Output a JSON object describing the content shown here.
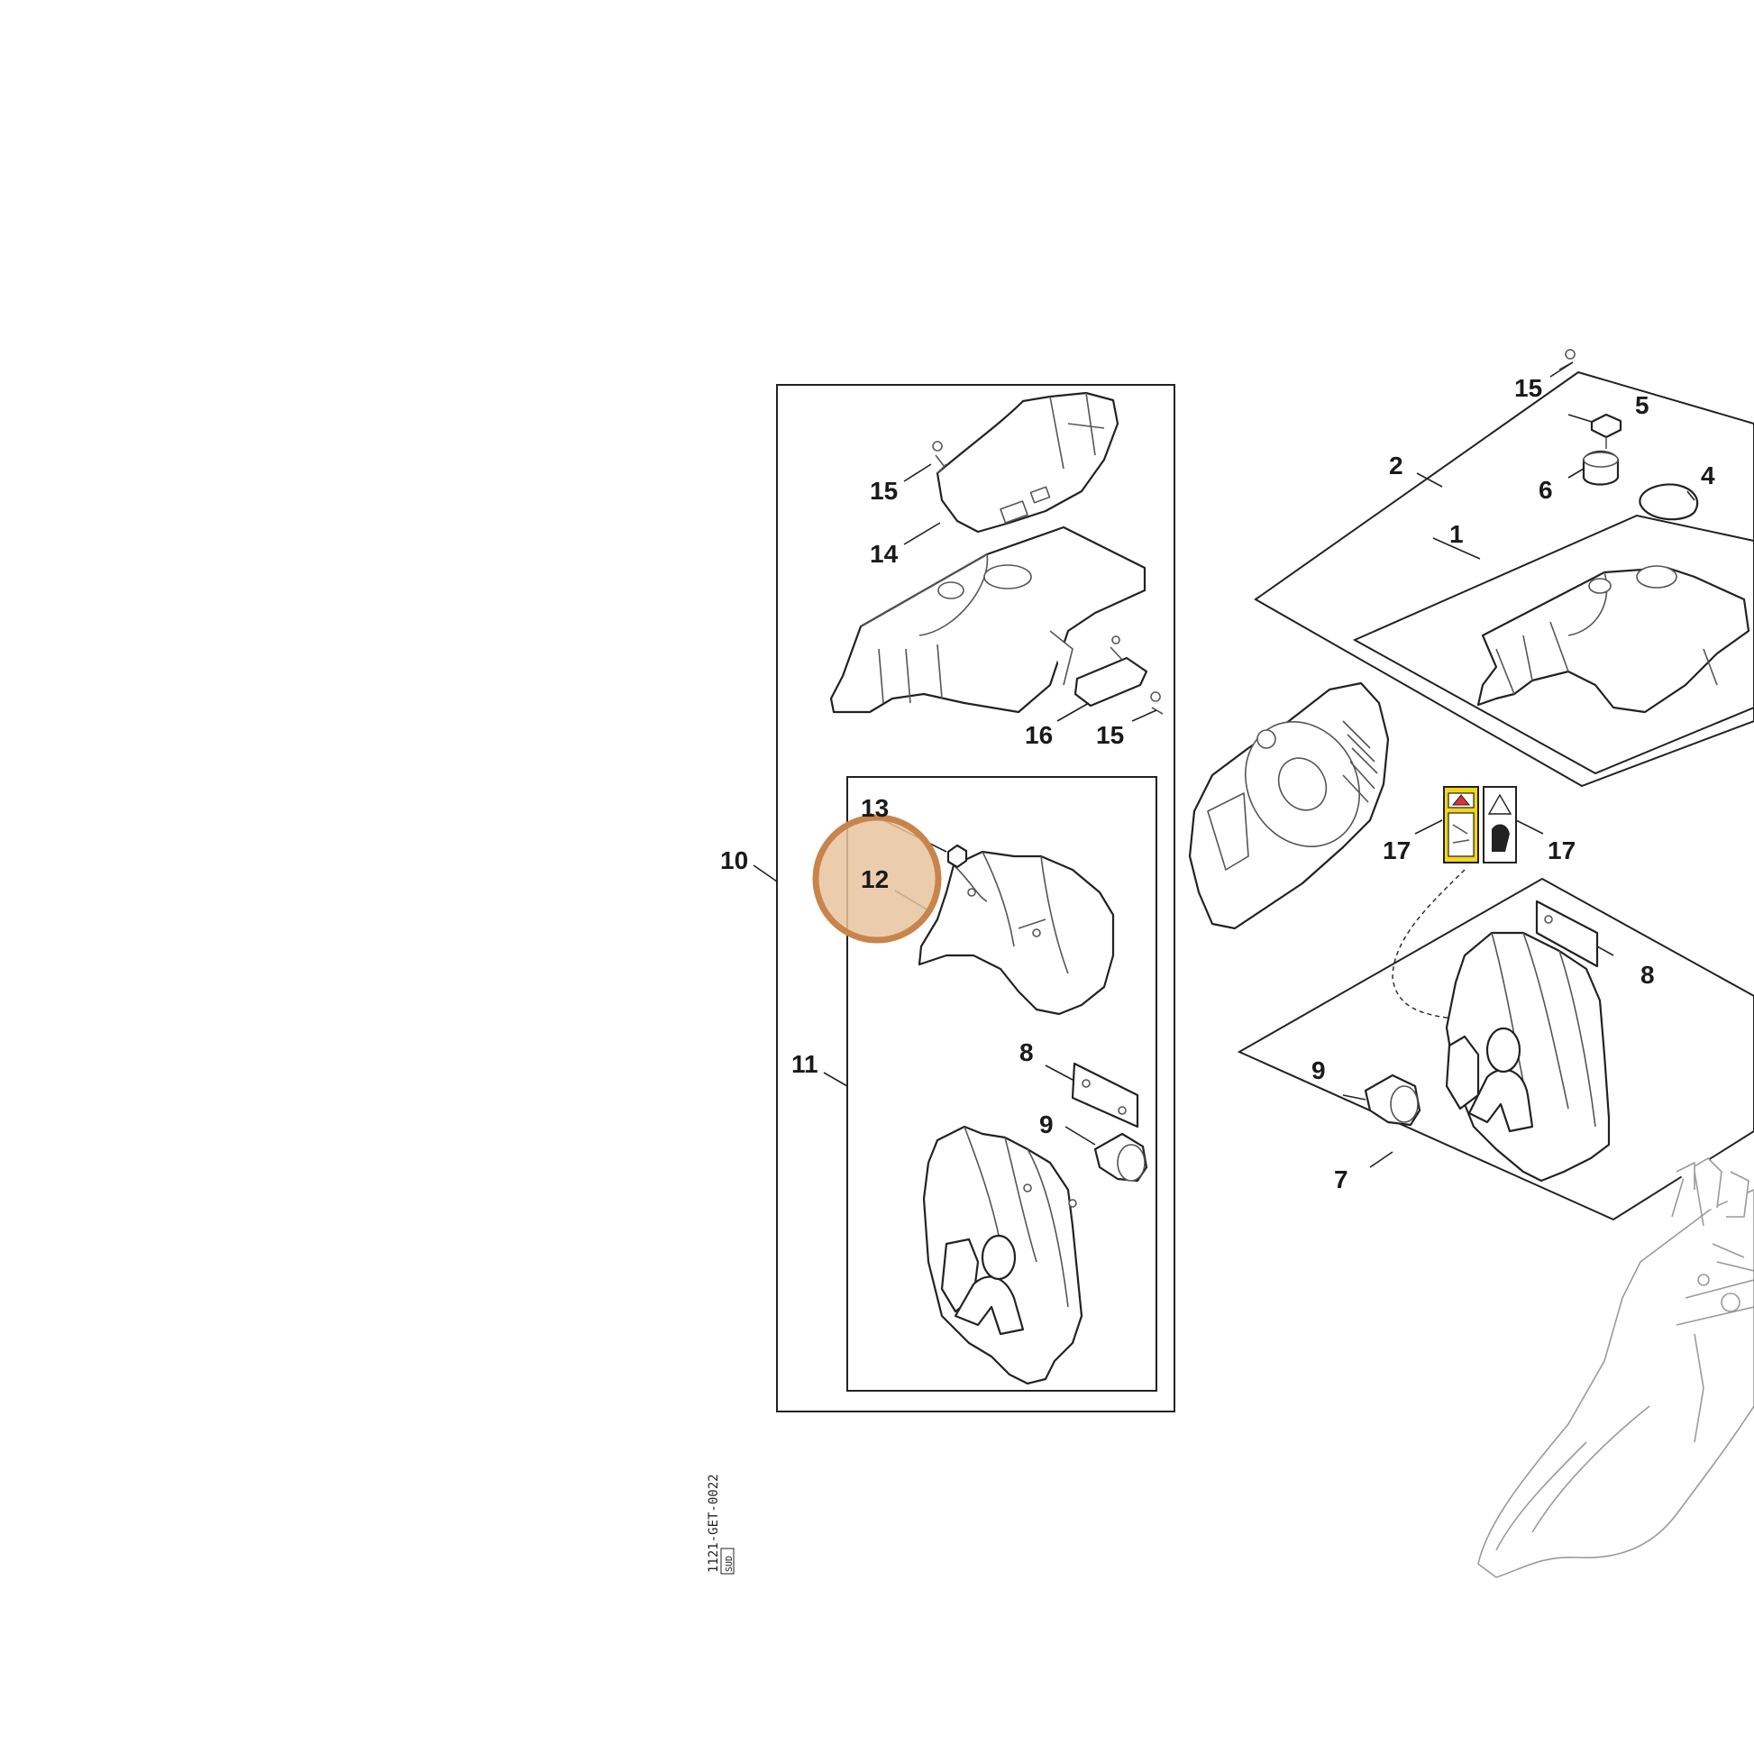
{
  "diagram": {
    "drawing_code": "1121-GET-0022",
    "drawing_code_suffix": "SUD",
    "highlight": {
      "color": "#e8c4a0",
      "ring_color": "#c8844a"
    },
    "callouts": [
      {
        "id": "callout-1",
        "text": "1"
      },
      {
        "id": "callout-2",
        "text": "2"
      },
      {
        "id": "callout-4",
        "text": "4"
      },
      {
        "id": "callout-5",
        "text": "5"
      },
      {
        "id": "callout-6",
        "text": "6"
      },
      {
        "id": "callout-7",
        "text": "7"
      },
      {
        "id": "callout-8a",
        "text": "8"
      },
      {
        "id": "callout-8b",
        "text": "8"
      },
      {
        "id": "callout-9a",
        "text": "9"
      },
      {
        "id": "callout-9b",
        "text": "9"
      },
      {
        "id": "callout-10",
        "text": "10"
      },
      {
        "id": "callout-11",
        "text": "11"
      },
      {
        "id": "callout-12",
        "text": "12"
      },
      {
        "id": "callout-13",
        "text": "13"
      },
      {
        "id": "callout-14",
        "text": "14"
      },
      {
        "id": "callout-15a",
        "text": "15"
      },
      {
        "id": "callout-15b",
        "text": "15"
      },
      {
        "id": "callout-15c",
        "text": "15"
      },
      {
        "id": "callout-16",
        "text": "16"
      },
      {
        "id": "callout-17a",
        "text": "17"
      },
      {
        "id": "callout-17b",
        "text": "17"
      }
    ]
  }
}
